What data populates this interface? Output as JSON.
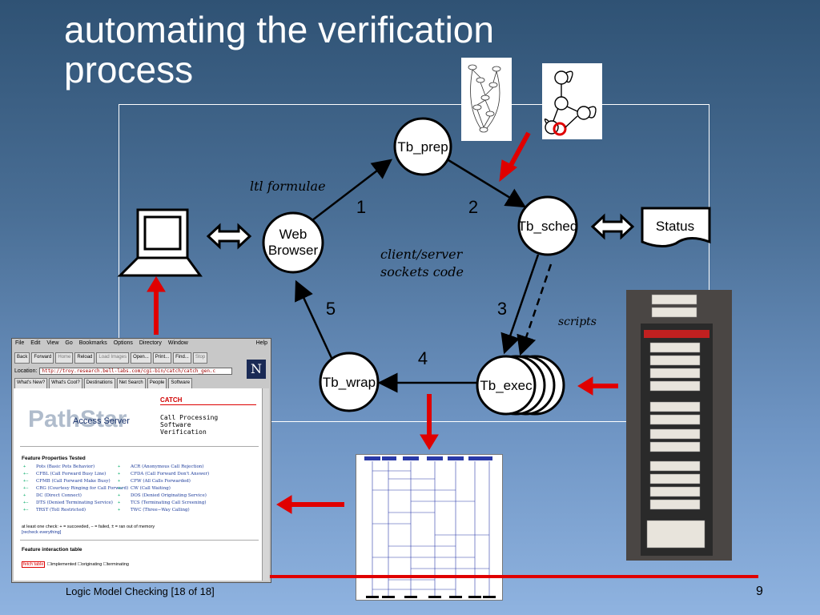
{
  "slide": {
    "title_line1": "automating the verification",
    "title_line2": "process",
    "footer": "Logic Model Checking  [18 of 18]",
    "page_number": "9"
  },
  "diagram": {
    "nodes": {
      "tb_prep": "Tb_prep",
      "tb_sched": "Tb_sched",
      "web_browser_line1": "Web",
      "web_browser_line2": "Browser",
      "tb_wrap": "Tb_wrap",
      "tb_exec": "Tb_exec",
      "status": "Status"
    },
    "edge_labels": {
      "e1": "1",
      "e2": "2",
      "e3": "3",
      "e4": "4",
      "e5": "5"
    },
    "annotations": {
      "ltl": "ltl formulae",
      "client_server_line1": "client/server",
      "client_server_line2": "sockets code",
      "scripts": "scripts"
    }
  },
  "browser": {
    "menu": [
      "File",
      "Edit",
      "View",
      "Go",
      "Bookmarks",
      "Options",
      "Directory",
      "Window",
      "Help"
    ],
    "toolbar": [
      "Back",
      "Forward",
      "Home",
      "Reload",
      "Load Images",
      "Open...",
      "Print...",
      "Find...",
      "Stop"
    ],
    "location_label": "Location:",
    "location_url": "http://troy.research.bell-labs.com/cgi-bin/catch/catch_gen.c",
    "directory_buttons": [
      "What's New?",
      "What's Cool?",
      "Destinations",
      "Net Search",
      "People",
      "Software"
    ],
    "logo_letter": "N",
    "pathstar": "PathStar",
    "access_server": "Access Server",
    "catch": "CATCH",
    "cps_line1": "Call Processing",
    "cps_line2": "Software",
    "cps_line3": "Verification",
    "feature_heading": "Feature Properties Tested",
    "features_left": [
      {
        "mark": "+",
        "text": "Pots (Basic Pots Behavior)"
      },
      {
        "mark": "+−",
        "text": "CFBL (Call Forward Busy Line)"
      },
      {
        "mark": "+−",
        "text": "CFMB (Call Forward Make Busy)"
      },
      {
        "mark": "+−",
        "text": "CRG (Courtesy Ringing for Call Forward)"
      },
      {
        "mark": "+",
        "text": "DC (Direct Connect)"
      },
      {
        "mark": "+−",
        "text": "DTS (Denied Terminating Service)"
      },
      {
        "mark": "+−",
        "text": "TRST (Toll Restricted)"
      }
    ],
    "features_right": [
      {
        "mark": "+",
        "text": "ACR (Anonymous Call Rejection)"
      },
      {
        "mark": "+",
        "text": "CFDA (Call Forward Don't Answer)"
      },
      {
        "mark": "+",
        "text": "CFW (All Calls Forwarded)"
      },
      {
        "mark": "+−",
        "text": "CW (Call Waiting)"
      },
      {
        "mark": "+",
        "text": "DOS (Denied Originating Service)"
      },
      {
        "mark": "+",
        "text": "TCS (Terminating Call Screening)"
      },
      {
        "mark": "+",
        "text": "TWC (Three−Way Calling)"
      }
    ],
    "legend_note": "at least one check: + = succeeded, − = failed, ± = ran out of memory",
    "recheck": "[recheck everything]",
    "interaction_heading": "Feature interaction table",
    "fetch_table": "fetch table",
    "opt_implemented": "implemented",
    "opt_originating": "originating",
    "opt_terminating": "terminating"
  },
  "colors": {
    "arrow_red": "#e00000",
    "bg_top": "#2f5274",
    "bg_bottom": "#8fb3e0"
  }
}
